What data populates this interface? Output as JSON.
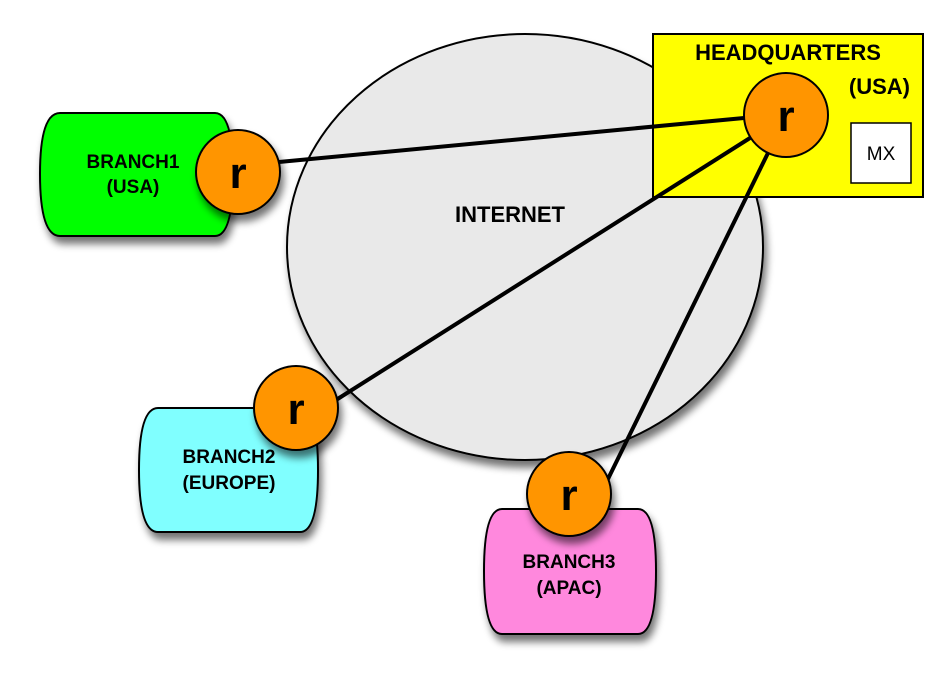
{
  "diagram": {
    "internet": {
      "label": "INTERNET",
      "fill": "#e9e9e9"
    },
    "headquarters": {
      "label_line1": "HEADQUARTERS",
      "label_line2": "(USA)",
      "fill": "#ffff00",
      "router_label": "r",
      "mx_label": "MX"
    },
    "branches": [
      {
        "id": "branch1",
        "label_line1": "BRANCH1",
        "label_line2": "(USA)",
        "fill": "#00ff00",
        "router_label": "r"
      },
      {
        "id": "branch2",
        "label_line1": "BRANCH2",
        "label_line2": "(EUROPE)",
        "fill": "#80ffff",
        "router_label": "r"
      },
      {
        "id": "branch3",
        "label_line1": "BRANCH3",
        "label_line2": "(APAC)",
        "fill": "#ff88dd",
        "router_label": "r"
      }
    ],
    "router_fill": "#ff9500",
    "links": [
      {
        "from": "headquarters",
        "to": "branch1"
      },
      {
        "from": "headquarters",
        "to": "branch2"
      },
      {
        "from": "headquarters",
        "to": "branch3"
      }
    ]
  }
}
